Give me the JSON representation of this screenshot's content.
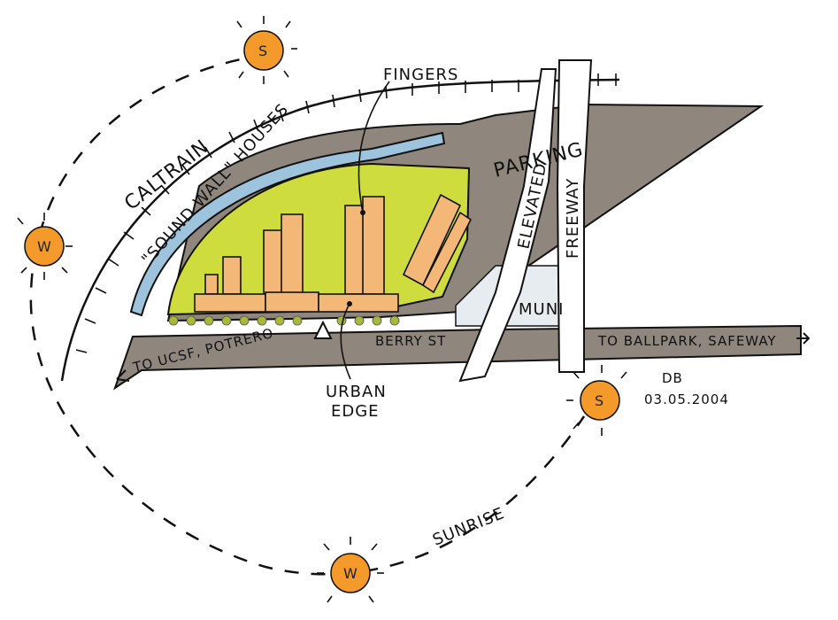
{
  "colors": {
    "ink": "#111111",
    "road": "#8f877e",
    "green_space": "#cfdc3e",
    "buildings": "#f3b778",
    "water_channel": "#9ec3dd",
    "sun": "#f39a2a"
  },
  "labels": {
    "caltrain": "CALTRAIN",
    "sound_wall_houses": "\"SOUND WALL\" HOUSES",
    "fingers": "FINGERS",
    "parking": "PARKING",
    "elevated": "ELEVATED",
    "freeway": "FREEWAY",
    "muni": "MUNI",
    "berry_st": "BERRY ST",
    "to_ucsf": "TO UCSF, POTRERO",
    "to_ballpark": "TO BALLPARK, SAFEWAY",
    "urban": "URBAN",
    "edge": "EDGE",
    "sunrise": "SUNRISE",
    "initials": "DB",
    "date": "03.05.2004"
  },
  "suns": [
    {
      "id": "summer-top",
      "letter": "S"
    },
    {
      "id": "winter-left",
      "letter": "W"
    },
    {
      "id": "summer-right",
      "letter": "S"
    },
    {
      "id": "winter-bottom",
      "letter": "W"
    }
  ]
}
